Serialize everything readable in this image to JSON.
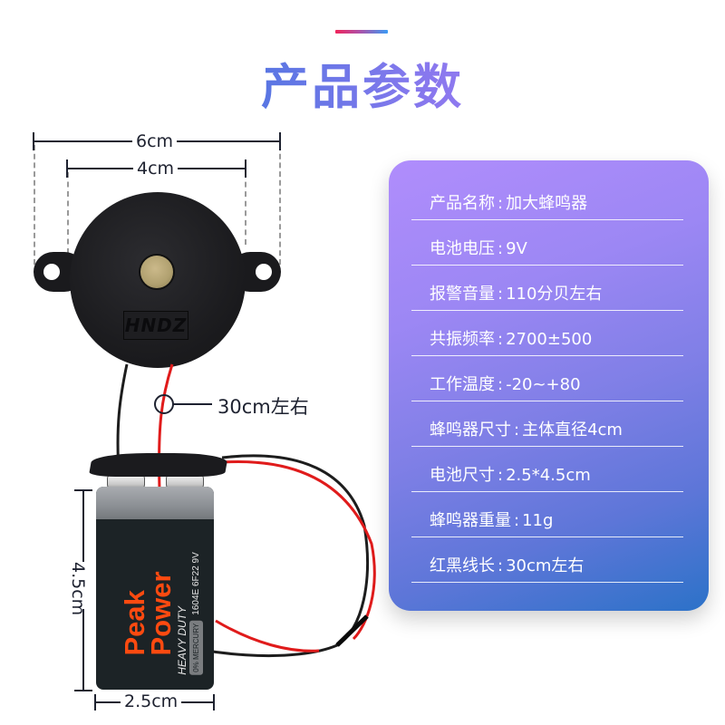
{
  "header": {
    "title": "产品参数",
    "accent_colors": [
      "#f0245a",
      "#3a9bf5"
    ],
    "title_colors": [
      "#1f63d8",
      "#b48cff"
    ]
  },
  "illustration": {
    "dimensions": {
      "outer_width": "6cm",
      "inner_width": "4cm",
      "wire_length": "30cm左右",
      "battery_height": "4.5cm",
      "battery_width": "2.5cm"
    },
    "buzzer": {
      "logo": "HNDZ"
    },
    "battery": {
      "brand": "Peak Power",
      "brand_line1": "Peak",
      "brand_line2": "Power",
      "subtitle": "HEAVY DUTY",
      "badge": "0% MERCURY",
      "model": "1604E  6F22  9V",
      "brand_color": "#ff4a10"
    }
  },
  "specs": {
    "card_colors": [
      "#b08dfc",
      "#2c72c8"
    ],
    "separator": ":",
    "rows": [
      {
        "label": "产品名称",
        "value": "加大蜂鸣器"
      },
      {
        "label": "电池电压",
        "value": "9V"
      },
      {
        "label": "报警音量",
        "value": "110分贝左右"
      },
      {
        "label": "共振频率",
        "value": "2700±500"
      },
      {
        "label": "工作温度",
        "value": "-20~+80"
      },
      {
        "label": "蜂鸣器尺寸",
        "value": "主体直径4cm"
      },
      {
        "label": "电池尺寸",
        "value": "2.5*4.5cm"
      },
      {
        "label": "蜂鸣器重量",
        "value": "11g"
      },
      {
        "label": "红黑线长",
        "value": "30cm左右"
      }
    ]
  }
}
